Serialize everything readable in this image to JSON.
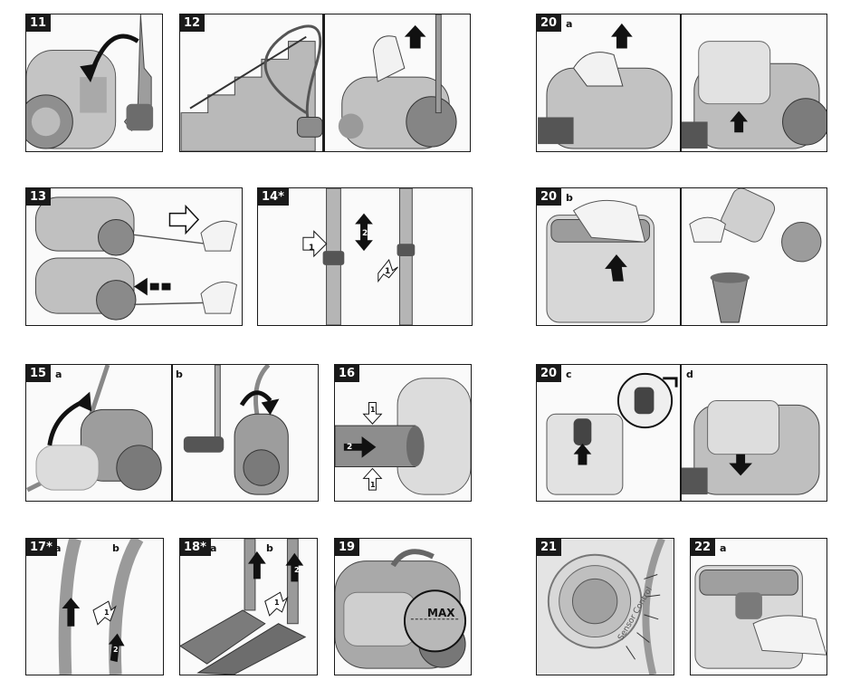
{
  "panels": {
    "p11": {
      "num": "11"
    },
    "p12": {
      "num": "12"
    },
    "p13": {
      "num": "13"
    },
    "p14": {
      "num": "14*"
    },
    "p15": {
      "num": "15",
      "sub_a": "a",
      "sub_b": "b"
    },
    "p16": {
      "num": "16"
    },
    "p17": {
      "num": "17*",
      "sub_a": "a",
      "sub_b": "b"
    },
    "p18": {
      "num": "18*",
      "sub_a": "a",
      "sub_b": "b"
    },
    "p19": {
      "num": "19",
      "max_label": "MAX"
    },
    "p20a": {
      "num": "20",
      "sub": "a"
    },
    "p20b": {
      "num": "20",
      "sub": "b"
    },
    "p20c": {
      "num": "20",
      "sub_c": "c",
      "sub_d": "d"
    },
    "p21": {
      "num": "21",
      "dial_text": "Sensor Control"
    },
    "p22": {
      "num": "22",
      "sub": "a"
    }
  },
  "step_markers": {
    "s1": "1",
    "s2": "2"
  },
  "colors": {
    "ink": "#1a1a1a",
    "body_gray": "#9a9a9a",
    "light_gray": "#d6d6d6",
    "mid_gray": "#bdbdbd"
  }
}
